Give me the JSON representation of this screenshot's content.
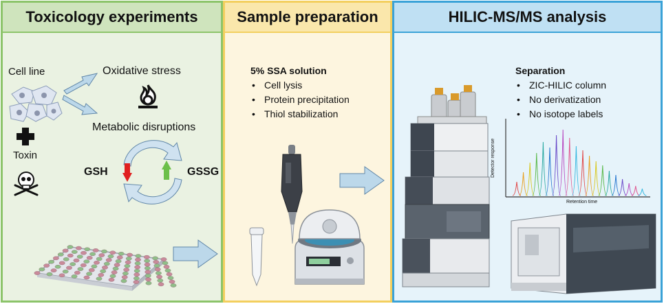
{
  "panels": {
    "toxicology": {
      "title": "Toxicology experiments",
      "cell_line": "Cell line",
      "toxin": "Toxin",
      "oxidative_stress": "Oxidative stress",
      "metabolic_disruptions": "Metabolic disruptions",
      "gsh": "GSH",
      "gssg": "GSSG"
    },
    "sample_prep": {
      "title": "Sample preparation",
      "heading": "5% SSA solution",
      "items": [
        "Cell lysis",
        "Protein precipitation",
        "Thiol stabilization"
      ]
    },
    "hilic": {
      "title": "HILIC-MS/MS analysis",
      "heading": "Separation",
      "items": [
        "ZIC-HILIC column",
        "No derivatization",
        "No isotope labels"
      ],
      "ylabel": "Detector response",
      "xlabel": "Retention time"
    }
  },
  "colors": {
    "toxicology_border": "#8cc46a",
    "sample_border": "#f3cf5e",
    "hilic_border": "#3aa2d7",
    "arrow_fill": "#bcd8ea",
    "down_arrow": "#e02020",
    "up_arrow": "#6cc04a"
  },
  "icons": [
    "cells-icon",
    "plus-icon",
    "skull-crossbones-icon",
    "flame-hazard-icon",
    "cycle-arrows-icon",
    "well-plate-icon",
    "pipette-icon",
    "tube-icon",
    "centrifuge-icon",
    "lc-stack-icon",
    "mass-spectrometer-icon",
    "chromatogram-icon"
  ]
}
